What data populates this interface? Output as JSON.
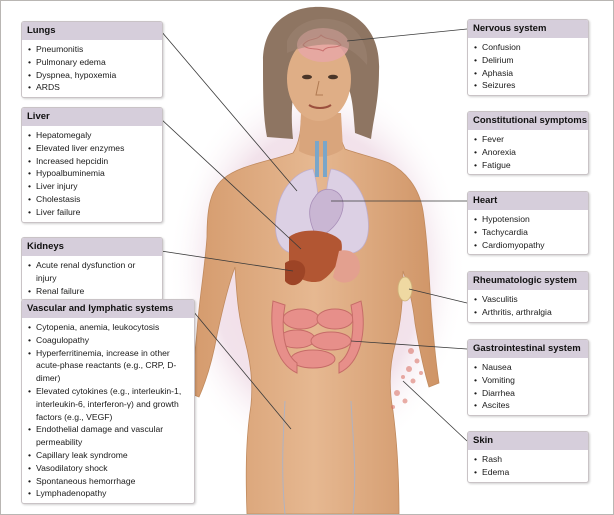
{
  "panels": [
    {
      "id": "lungs",
      "title": "Lungs",
      "items": [
        "Pneumonitis",
        "Pulmonary edema",
        "Dyspnea, hypoxemia",
        "ARDS"
      ]
    },
    {
      "id": "liver",
      "title": "Liver",
      "items": [
        "Hepatomegaly",
        "Elevated liver enzymes",
        "Increased hepcidin",
        "Hypoalbuminemia",
        "Liver injury",
        "Cholestasis",
        "Liver failure"
      ]
    },
    {
      "id": "kidneys",
      "title": "Kidneys",
      "items": [
        "Acute renal dysfunction or injury",
        "Renal failure"
      ]
    },
    {
      "id": "vascular",
      "title": "Vascular and lymphatic systems",
      "items": [
        "Cytopenia, anemia, leukocytosis",
        "Coagulopathy",
        "Hyperferritinemia, increase in other acute-phase reactants (e.g., CRP, D-dimer)",
        "Elevated cytokines (e.g., interleukin-1, interleukin-6, interferon-γ) and growth factors (e.g., VEGF)",
        "Endothelial damage and vascular permeability",
        "Capillary leak syndrome",
        "Vasodilatory shock",
        "Spontaneous hemorrhage",
        "Lymphadenopathy"
      ]
    },
    {
      "id": "nervous",
      "title": "Nervous system",
      "items": [
        "Confusion",
        "Delirium",
        "Aphasia",
        "Seizures"
      ]
    },
    {
      "id": "constitutional",
      "title": "Constitutional symptoms",
      "items": [
        "Fever",
        "Anorexia",
        "Fatigue"
      ]
    },
    {
      "id": "heart",
      "title": "Heart",
      "items": [
        "Hypotension",
        "Tachycardia",
        "Cardiomyopathy"
      ]
    },
    {
      "id": "rheumatologic",
      "title": "Rheumatologic system",
      "items": [
        "Vasculitis",
        "Arthritis, arthralgia"
      ]
    },
    {
      "id": "gastrointestinal",
      "title": "Gastrointestinal system",
      "items": [
        "Nausea",
        "Vomiting",
        "Diarrhea",
        "Ascites"
      ]
    },
    {
      "id": "skin",
      "title": "Skin",
      "items": [
        "Rash",
        "Edema"
      ]
    }
  ],
  "colors": {
    "panel_header": "#d6cedb",
    "skin": "#e0b087",
    "skin_shadow": "#c98f62",
    "hair": "#8e7562",
    "organ_glow": "#e8c4d6",
    "lungs": "#dcd0e4",
    "liver": "#b25633",
    "intestines": "#e78f8a",
    "leader_line": "#3a3a3a"
  }
}
